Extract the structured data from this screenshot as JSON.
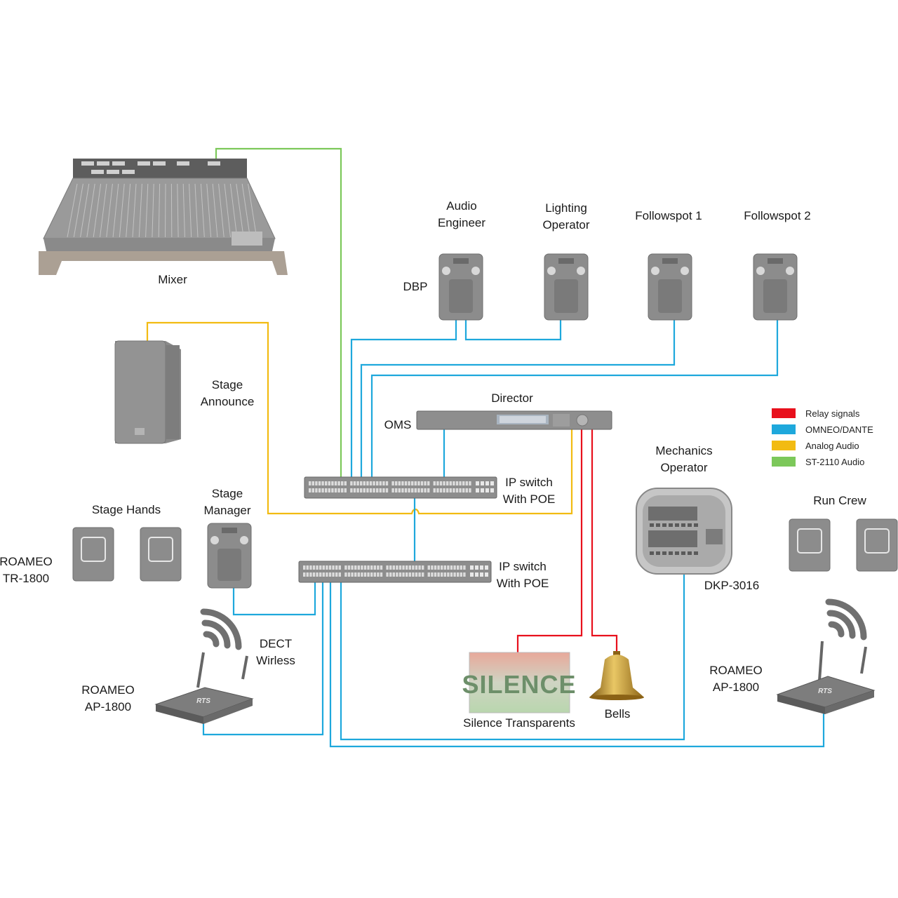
{
  "colors": {
    "relay": "#e8101c",
    "omneo": "#1ea8dc",
    "analog": "#f2bb12",
    "st2110": "#7cc85a",
    "device_gray": "#8c8c8c",
    "device_dark": "#6e6e6e"
  },
  "labels": {
    "mixer": "Mixer",
    "audio_engineer_1": "Audio",
    "audio_engineer_2": "Engineer",
    "lighting_operator_1": "Lighting",
    "lighting_operator_2": "Operator",
    "followspot_1": "Followspot 1",
    "followspot_2": "Followspot 2",
    "dbp": "DBP",
    "stage_announce_1": "Stage",
    "stage_announce_2": "Announce",
    "director": "Director",
    "oms": "OMS",
    "ip_switch_top_1": "IP switch",
    "ip_switch_top_2": "With POE",
    "ip_switch_bottom_1": "IP switch",
    "ip_switch_bottom_2": "With POE",
    "stage_hands": "Stage Hands",
    "stage_manager_1": "Stage",
    "stage_manager_2": "Manager",
    "roameo_tr_1": "ROAMEO",
    "roameo_tr_2": "TR-1800",
    "dect_1": "DECT",
    "dect_2": "Wirless",
    "roameo_ap_left_1": "ROAMEO",
    "roameo_ap_left_2": "AP-1800",
    "mechanics_operator_1": "Mechanics",
    "mechanics_operator_2": "Operator",
    "dkp": "DKP-3016",
    "run_crew": "Run Crew",
    "roameo_ap_right_1": "ROAMEO",
    "roameo_ap_right_2": "AP-1800",
    "silence_sign": "SILENCE",
    "silence_transparents": "Silence Transparents",
    "bells": "Bells",
    "ap_brand": "RTS"
  },
  "legend": [
    {
      "label": "Relay signals",
      "color": "#e8101c"
    },
    {
      "label": "OMNEO/DANTE",
      "color": "#1ea8dc"
    },
    {
      "label": "Analog Audio",
      "color": "#f2bb12"
    },
    {
      "label": "ST-2110 Audio",
      "color": "#7cc85a"
    }
  ]
}
